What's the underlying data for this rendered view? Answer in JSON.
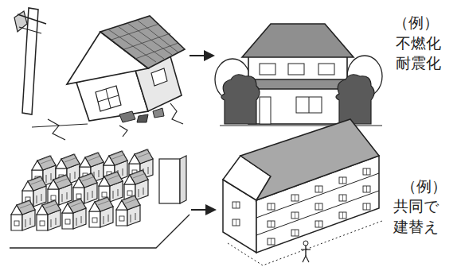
{
  "diagram": {
    "labels": [
      "（例）",
      "不燃化",
      "耐震化",
      "（例）",
      "共同で",
      "建替え"
    ]
  }
}
